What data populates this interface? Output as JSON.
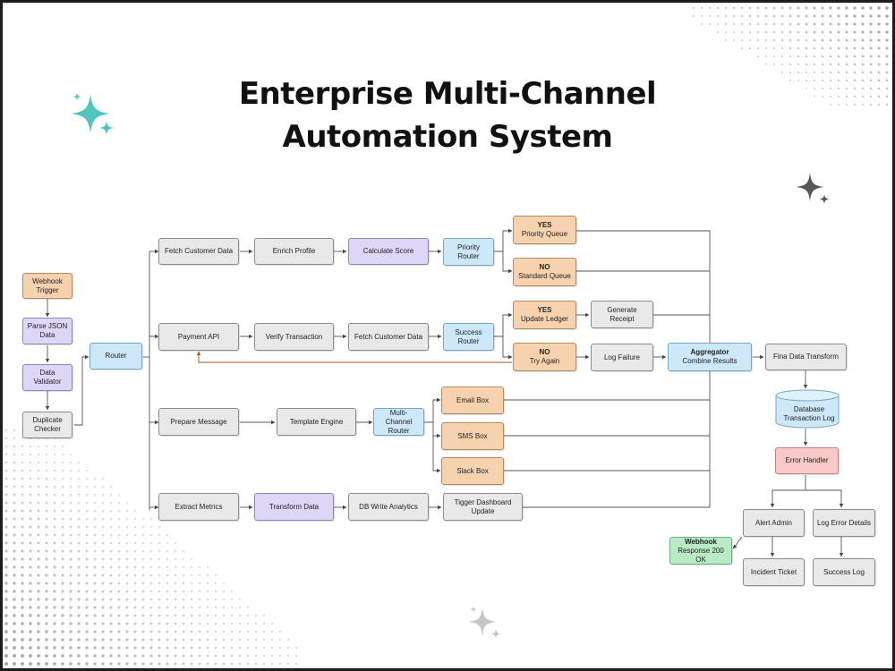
{
  "title": [
    "Enterprise Multi-Channel",
    "Automation System"
  ],
  "colors": {
    "gray": "#e9e9e9",
    "orange": "#f7d2ae",
    "purple": "#ddd6f6",
    "blue": "#cde9f9",
    "pink": "#f9c8c8",
    "green": "#b9ebc6",
    "teal_sparkle": "#4fc4c0",
    "gray_sparkle": "#555555"
  },
  "nodes": {
    "webhook_trigger": [
      "Webhook",
      "Trigger"
    ],
    "parse_json": [
      "Parse JSON",
      "Data"
    ],
    "data_validator": [
      "Data Validator"
    ],
    "duplicate_checker": [
      "Duplicate",
      "Checker"
    ],
    "router": [
      "Router"
    ],
    "fetch_customer_data_1": [
      "Fetch Customer Data"
    ],
    "enrich_profile": [
      "Enrich Profile"
    ],
    "calculate_score": [
      "Calculate Score"
    ],
    "priority_router": [
      "Priority",
      "Router"
    ],
    "priority_queue": [
      "YES",
      "Priority Queue"
    ],
    "standard_queue": [
      "NO",
      "Standard Queue"
    ],
    "payment_api": [
      "Payment API"
    ],
    "verify_transaction": [
      "Verify Transaction"
    ],
    "fetch_customer_data_2": [
      "Fetch Customer Data"
    ],
    "success_router": [
      "Success",
      "Router"
    ],
    "update_ledger": [
      "YES",
      "Update Ledger"
    ],
    "generate_receipt": [
      "Generate Receipt"
    ],
    "try_again": [
      "NO",
      "Try Again"
    ],
    "log_failure": [
      "Log Failure"
    ],
    "aggregator": [
      "Aggregator",
      "Combine Results"
    ],
    "final_transform": [
      "Fina Data Transform"
    ],
    "database": [
      "Database",
      "Transaction Log"
    ],
    "error_handler": [
      "Error Handler"
    ],
    "alert_admin": [
      "Alert Admin"
    ],
    "log_error_details": [
      "Log Error Details"
    ],
    "webhook_response": [
      "Webhook",
      "Response 200 OK"
    ],
    "incident_ticket": [
      "Incident Ticket"
    ],
    "success_log": [
      "Success Log"
    ],
    "prepare_message": [
      "Prepare Message"
    ],
    "template_engine": [
      "Template Engine"
    ],
    "multi_channel_router": [
      "Multi-Channel",
      "Router"
    ],
    "email_box": [
      "Email Box"
    ],
    "sms_box": [
      "SMS Box"
    ],
    "slack_box": [
      "Slack Box"
    ],
    "extract_metrics": [
      "Extract Metrics"
    ],
    "transform_data": [
      "Transform Data"
    ],
    "db_write_analytics": [
      "DB Write Analytics"
    ],
    "tigger_dashboard": [
      "Tigger Dashboard",
      "Update"
    ]
  }
}
